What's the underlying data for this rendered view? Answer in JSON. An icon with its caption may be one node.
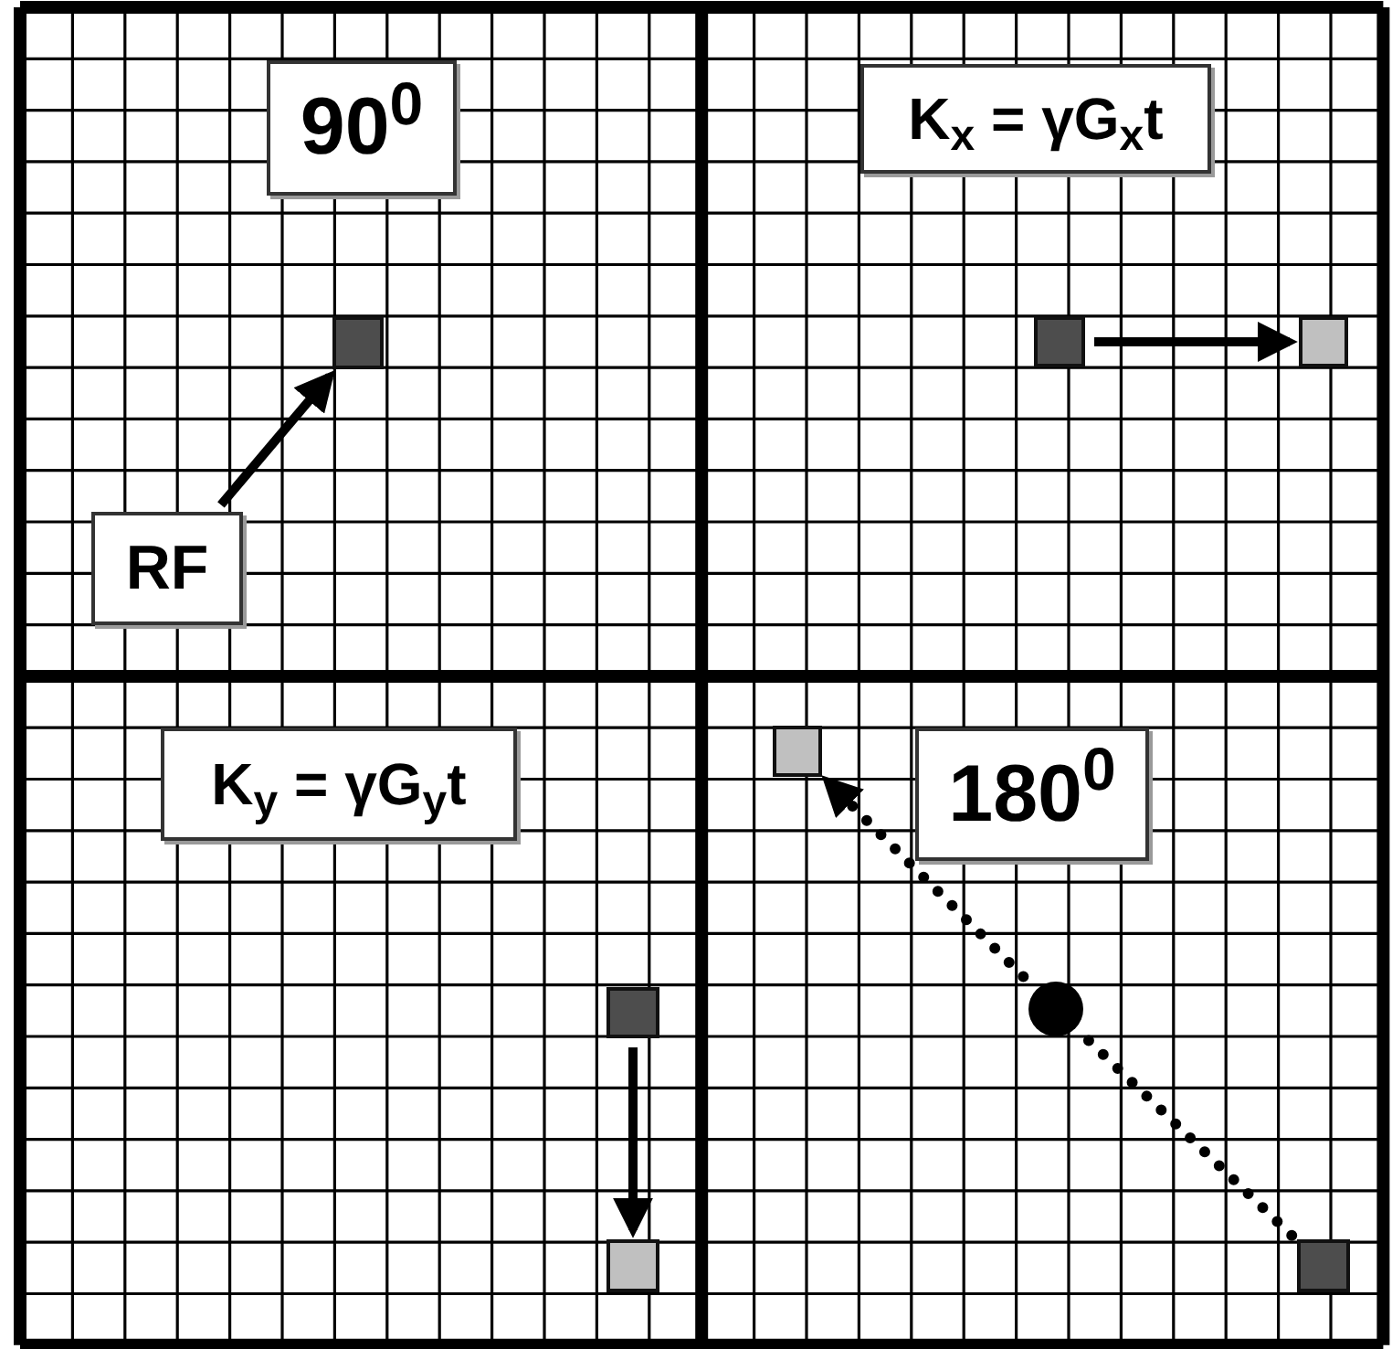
{
  "diagram": {
    "nodes": [
      {
        "text": [
          "90$^{0}$"
        ]
      },
      {
        "text": [
          "RF"
        ]
      },
      {
        "text": [],
        "shape": "box"
      },
      {
        "text": [
          "K$_{x}$ = γG$_{x}$t"
        ]
      },
      {
        "text": [],
        "shape": "box"
      },
      {
        "text": [],
        "shape": "box"
      },
      {
        "text": [
          "K$_{y}$ = γG$_{y}$t"
        ]
      },
      {
        "text": [],
        "shape": "box"
      },
      {
        "text": [],
        "shape": "box"
      },
      {
        "text": [
          "180$^{0}$"
        ]
      },
      {
        "text": [],
        "shape": "box"
      },
      {
        "text": [],
        "shape": "box"
      },
      {
        "text": [],
        "shape": "circle"
      }
    ],
    "edges": [
      {
        "from": 1,
        "to": 2,
        "arrow": "to"
      },
      {
        "from": 4,
        "to": 5,
        "arrow": "to"
      },
      {
        "from": 7,
        "to": 8,
        "arrow": "to"
      },
      {
        "from": 11,
        "to": 12,
        "arrow": "none",
        "style": "dashed"
      },
      {
        "from": 12,
        "to": 10,
        "arrow": "to",
        "style": "dashed"
      }
    ]
  }
}
